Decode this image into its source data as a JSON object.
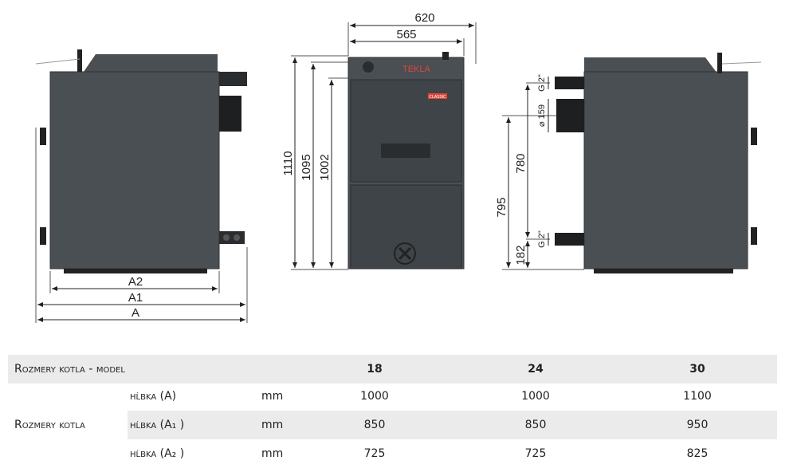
{
  "drawing": {
    "brand_logo": "TEKLA",
    "door_label": "CLASSIC",
    "side_dims": {
      "a2": "A2",
      "a1": "A1",
      "a": "A"
    },
    "front_dims": {
      "w620": "620",
      "w565": "565",
      "h1110": "1110",
      "h1095": "1095",
      "h1002": "1002"
    },
    "back_dims": {
      "g_top": "G 2\"",
      "d159": "⌀ 159",
      "h780": "780",
      "h795": "795",
      "g_bottom": "G 2\"",
      "h182": "182"
    },
    "colors": {
      "body": "#4a4f54",
      "dark": "#2a2d30",
      "logo": "#e0453a"
    }
  },
  "table": {
    "header": {
      "label": "Rozmery kotla - model",
      "models": [
        "18",
        "24",
        "30"
      ]
    },
    "group_label": "Rozmery kotla",
    "rows": [
      {
        "param": "hĺbka (A)",
        "unit": "mm",
        "values": [
          "1000",
          "1000",
          "1100"
        ]
      },
      {
        "param": "hĺbka (A₁ )",
        "unit": "mm",
        "values": [
          "850",
          "850",
          "950"
        ]
      },
      {
        "param": "hĺbka (A₂ )",
        "unit": "mm",
        "values": [
          "725",
          "725",
          "825"
        ]
      }
    ]
  }
}
